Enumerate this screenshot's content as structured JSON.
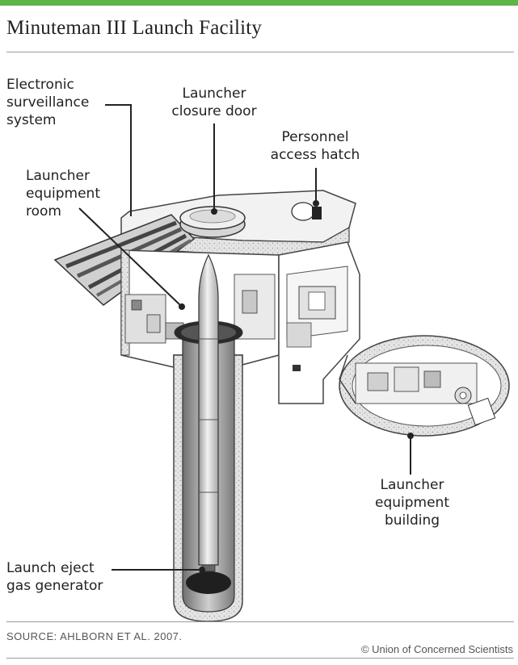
{
  "header": {
    "title": "Minuteman III Launch Facility",
    "accent_color": "#5cb547"
  },
  "labels": {
    "electronic_surveillance": "Electronic\nsurveillance\nsystem",
    "closure_door": "Launcher\nclosure door",
    "access_hatch": "Personnel\naccess hatch",
    "equipment_room": "Launcher\nequipment\nroom",
    "equipment_building": "Launcher\nequipment\nbuilding",
    "gas_generator": "Launch eject\ngas generator"
  },
  "footer": {
    "source": "SOURCE: AHLBORN ET AL. 2007.",
    "credit": "© Union of Concerned Scientists"
  }
}
